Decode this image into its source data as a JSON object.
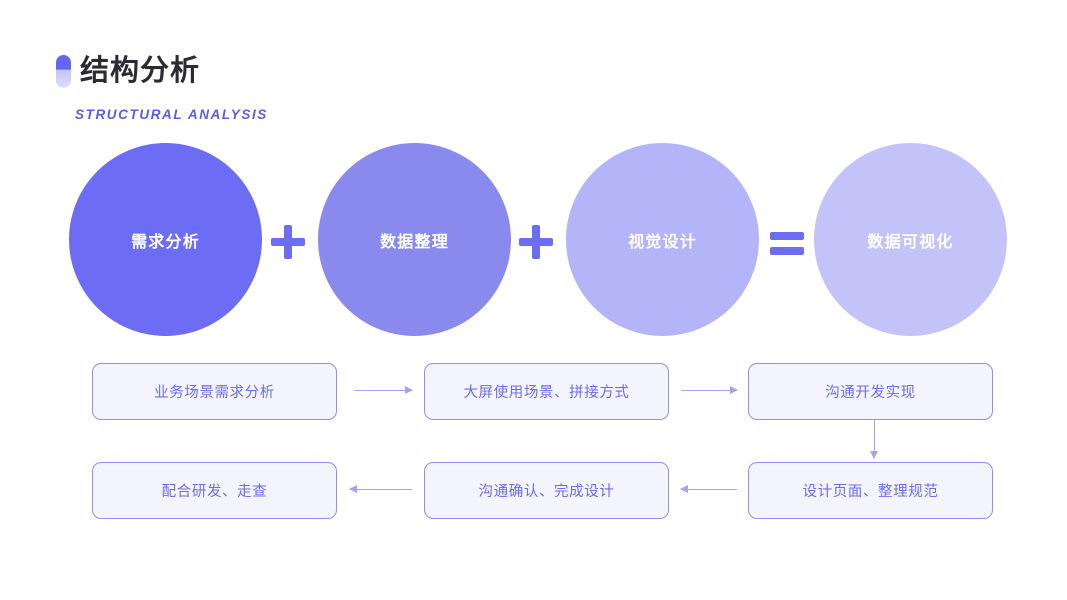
{
  "header": {
    "title": "结构分析",
    "subtitle": "STRUCTURAL ANALYSIS",
    "icon": "pill-marker-icon"
  },
  "colors": {
    "accent": "#6c6cf5",
    "circle_1": "#6c6cf5",
    "circle_2": "#8a8aee",
    "circle_3": "#b4b4f9",
    "circle_4": "#c4c3f9",
    "box_fill": "#f4f4fd",
    "box_border": "#8f8ff0",
    "box_text": "#6b6bf0",
    "arrow": "#a3a3f2",
    "title_text": "#2b2b33",
    "subtitle_text": "#5b5bea"
  },
  "equation": {
    "circles": [
      {
        "label": "需求分析"
      },
      {
        "label": "数据整理"
      },
      {
        "label": "视觉设计"
      },
      {
        "label": "数据可视化"
      }
    ],
    "operators": [
      {
        "symbol": "+",
        "name": "plus"
      },
      {
        "symbol": "+",
        "name": "plus"
      },
      {
        "symbol": "=",
        "name": "equals"
      }
    ]
  },
  "flow": {
    "row1": [
      {
        "label": "业务场景需求分析"
      },
      {
        "label": "大屏使用场景、拼接方式"
      },
      {
        "label": "沟通开发实现"
      }
    ],
    "row2": [
      {
        "label": "配合研发、走查"
      },
      {
        "label": "沟通确认、完成设计"
      },
      {
        "label": "设计页面、整理规范"
      }
    ],
    "arrows": [
      {
        "direction": "right"
      },
      {
        "direction": "right"
      },
      {
        "direction": "down"
      },
      {
        "direction": "left"
      },
      {
        "direction": "left"
      }
    ]
  }
}
